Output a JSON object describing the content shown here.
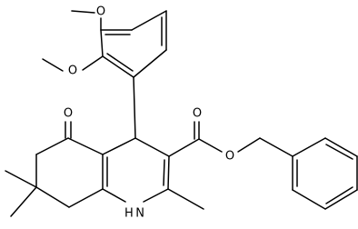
{
  "structure": {
    "atom_labels": [
      {
        "id": "O_methoxy_top",
        "text": "O"
      },
      {
        "id": "O_methoxy_2",
        "text": "O"
      },
      {
        "id": "O_ketone",
        "text": "O"
      },
      {
        "id": "O_ester_carbonyl",
        "text": "O"
      },
      {
        "id": "O_ester",
        "text": "O"
      },
      {
        "id": "NH",
        "text": "H N"
      }
    ]
  }
}
